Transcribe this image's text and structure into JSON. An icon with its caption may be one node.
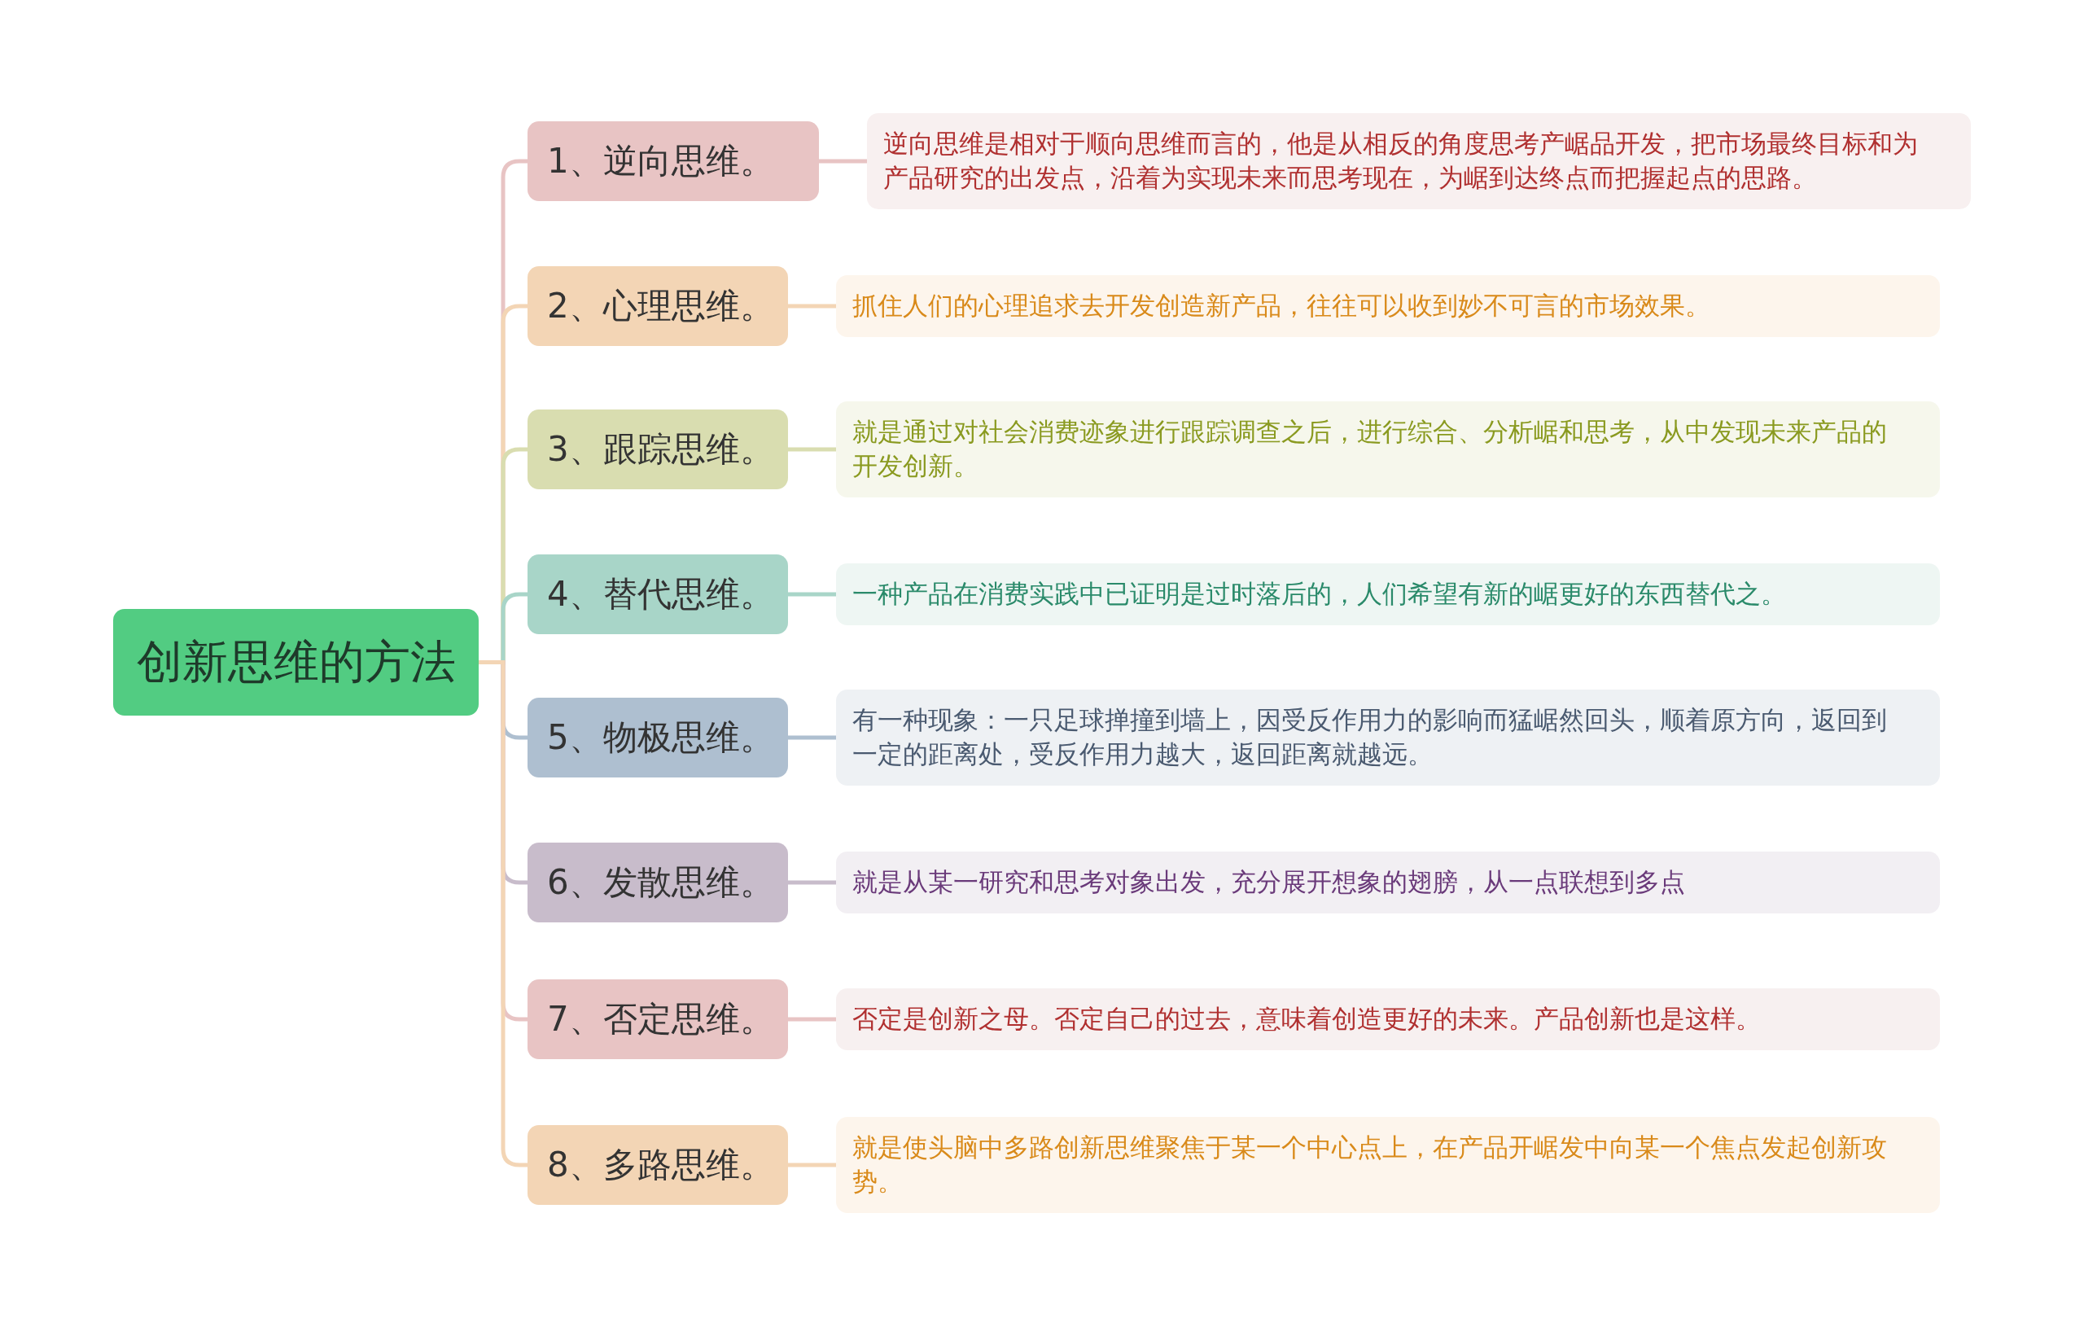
{
  "diagram": {
    "nodes": [
      {
        "text": [
          "创新思维的方法"
        ]
      },
      {
        "text": [
          "1、逆向思维。"
        ]
      },
      {
        "text": [
          "逆向思维是相对于顺向思维而言的，他是从相反的角度思考产崌品开发，把市场最终目标和为产品研究的出发点，沿着为实现未来而思考现在，为崌到达终点而把握起点的思路。"
        ]
      },
      {
        "text": [
          "2、心理思维。"
        ]
      },
      {
        "text": [
          "抓住人们的心理追求去开发创造新产品，往往可以收到妙不可言的市场效果。"
        ]
      },
      {
        "text": [
          "3、跟踪思维。"
        ]
      },
      {
        "text": [
          "就是通过对社会消费迹象进行跟踪调查之后，进行综合、分析崌和思考，从中发现未来产品的开发创新。"
        ]
      },
      {
        "text": [
          "4、替代思维。"
        ]
      },
      {
        "text": [
          "一种产品在消费实践中已证明是过时落后的，人们希望有新的崌更好的东西替代之。"
        ]
      },
      {
        "text": [
          "5、物极思维。"
        ]
      },
      {
        "text": [
          "有一种现象：一只足球掸撞到墙上，因受反作用力的影响而猛崌然回头，顺着原方向，返回到一定的距离处，受反作用力越大，返回距离就越远。"
        ]
      },
      {
        "text": [
          "6、发散思维。"
        ]
      },
      {
        "text": [
          "就是从某一研究和思考对象出发，充分展开想象的翅膀，从一点联想到多点"
        ]
      },
      {
        "text": [
          "7、否定思维。"
        ]
      },
      {
        "text": [
          "否定是创新之母。否定自己的过去，意味着创造更好的未来。产品创新也是这样。"
        ]
      },
      {
        "text": [
          "8、多路思维。"
        ]
      },
      {
        "text": [
          "就是使头脑中多路创新思维聚焦于某一个中心点上，在产品开崌发中向某一个焦点发起创新攻势。"
        ]
      }
    ],
    "edges": [
      {
        "from": 0,
        "to": 1,
        "arrow": "none",
        "color": "#e8c4c4"
      },
      {
        "from": 0,
        "to": 3,
        "arrow": "none",
        "color": "#f3d5b5"
      },
      {
        "from": 0,
        "to": 5,
        "arrow": "none",
        "color": "#d9ddb0"
      },
      {
        "from": 0,
        "to": 7,
        "arrow": "none",
        "color": "#a8d5c8"
      },
      {
        "from": 0,
        "to": 9,
        "arrow": "none",
        "color": "#aebfd0"
      },
      {
        "from": 0,
        "to": 11,
        "arrow": "none",
        "color": "#c8bccb"
      },
      {
        "from": 0,
        "to": 13,
        "arrow": "none",
        "color": "#e8c4c4"
      },
      {
        "from": 0,
        "to": 15,
        "arrow": "none",
        "color": "#f3d5b5"
      },
      {
        "from": 1,
        "to": 2,
        "arrow": "none",
        "color": "#e8c4c4"
      },
      {
        "from": 3,
        "to": 4,
        "arrow": "none",
        "color": "#f3d5b5"
      },
      {
        "from": 5,
        "to": 6,
        "arrow": "none",
        "color": "#d9ddb0"
      },
      {
        "from": 7,
        "to": 8,
        "arrow": "none",
        "color": "#a8d5c8"
      },
      {
        "from": 9,
        "to": 10,
        "arrow": "none",
        "color": "#aebfd0"
      },
      {
        "from": 11,
        "to": 12,
        "arrow": "none",
        "color": "#c8bccb"
      },
      {
        "from": 13,
        "to": 14,
        "arrow": "none",
        "color": "#e8c4c4"
      },
      {
        "from": 15,
        "to": 16,
        "arrow": "none",
        "color": "#f3d5b5"
      }
    ]
  }
}
